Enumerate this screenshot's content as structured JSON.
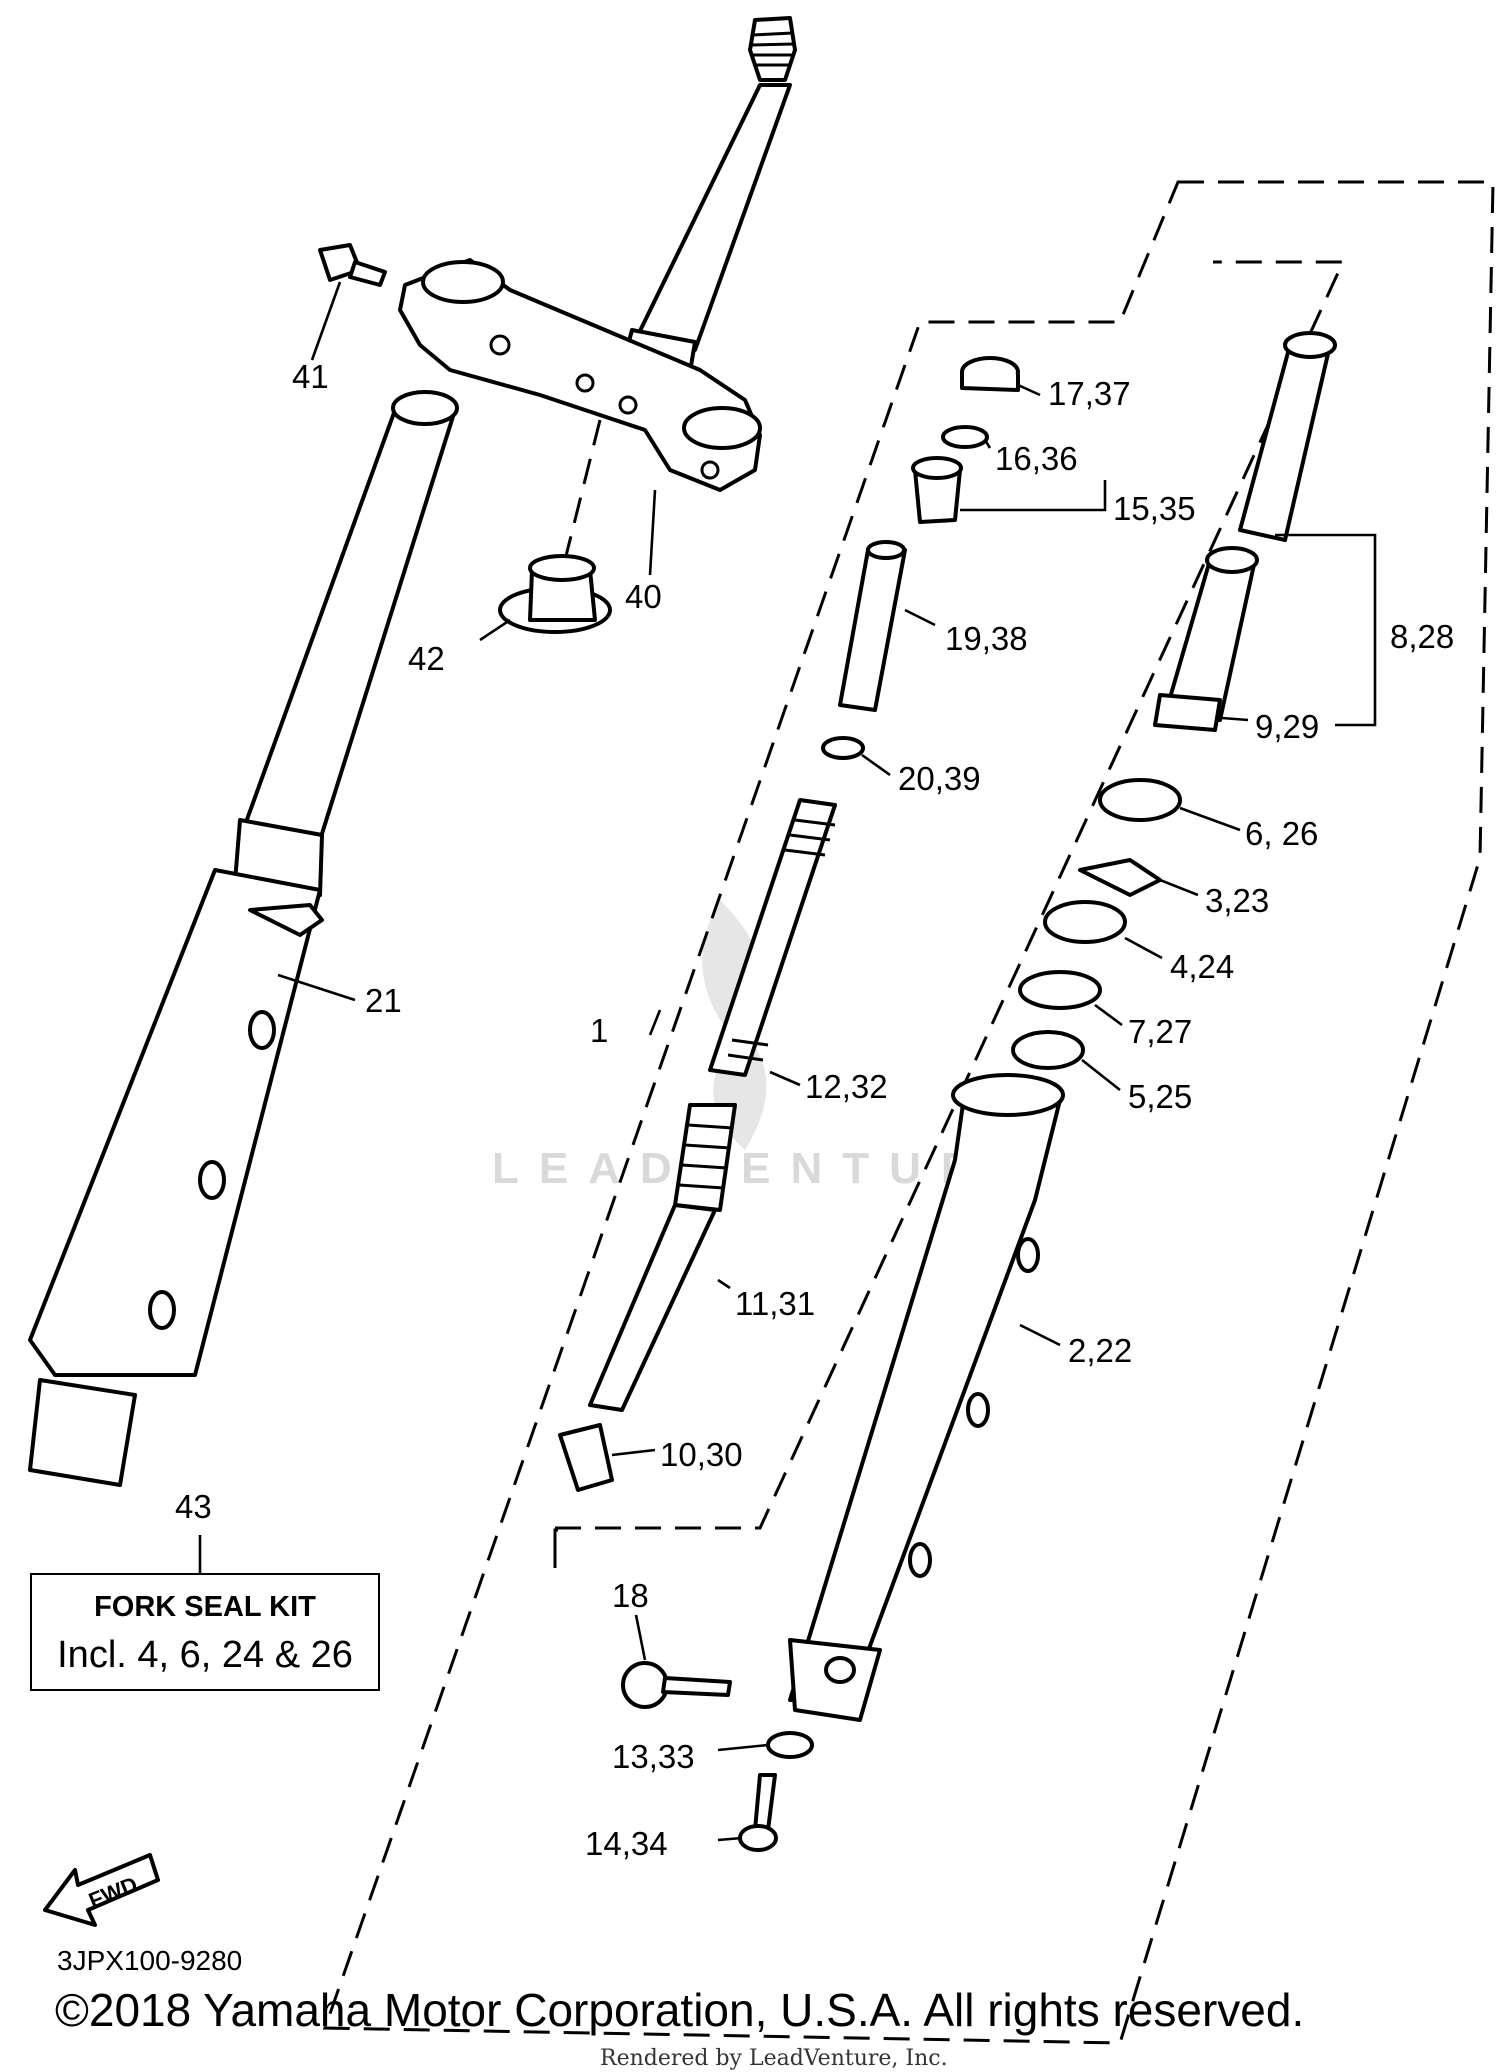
{
  "callouts": {
    "c41": "41",
    "c40": "40",
    "c42": "42",
    "c21": "21",
    "c1": "1",
    "c17_37": "17,37",
    "c16_36": "16,36",
    "c15_35": "15,35",
    "c19_38": "19,38",
    "c20_39": "20,39",
    "c12_32": "12,32",
    "c11_31": "11,31",
    "c10_30": "10,30",
    "c8_28": "8,28",
    "c9_29": "9,29",
    "c6_26": "6, 26",
    "c3_23": "3,23",
    "c4_24": "4,24",
    "c7_27": "7,27",
    "c5_25": "5,25",
    "c2_22": "2,22",
    "c18": "18",
    "c13_33": "13,33",
    "c14_34": "14,34",
    "c43": "43"
  },
  "kit": {
    "title": "FORK SEAL KIT",
    "description": "Incl. 4, 6, 24 & 26"
  },
  "fwd_label": "FWD",
  "watermark": "LEADVENTURE",
  "reference_code": "3JPX100-9280",
  "copyright": "©2018 Yamaha Motor Corporation, U.S.A. All rights reserved.",
  "rendered_by": "Rendered by LeadVenture, Inc."
}
